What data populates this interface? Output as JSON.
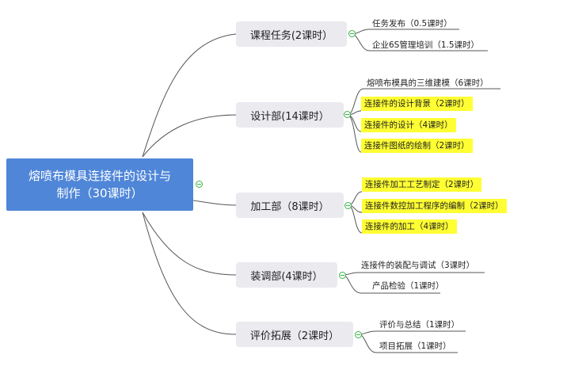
{
  "root": {
    "line1": "熔喷布模具连接件的设计与",
    "line2": "制作（30课时）"
  },
  "branches": [
    {
      "label": "课程任务(2课时）",
      "children": [
        {
          "label": "任务发布（0.5课时）",
          "highlight": false
        },
        {
          "label": "企业6S管理培训（1.5课时）",
          "highlight": false
        }
      ]
    },
    {
      "label": "设计部(14课时）",
      "children": [
        {
          "label": "熔喷布模具的三维建模（6课时）",
          "highlight": false
        },
        {
          "label": "连接件的设计背景（2课时）",
          "highlight": true
        },
        {
          "label": "连接件的设计（4课时）",
          "highlight": true
        },
        {
          "label": "连接件图纸的绘制（2课时）",
          "highlight": true
        }
      ]
    },
    {
      "label": "加工部（8课时）",
      "children": [
        {
          "label": "连接件加工工艺制定（2课时）",
          "highlight": true
        },
        {
          "label": "连接件数控加工程序的编制（2课时）",
          "highlight": true
        },
        {
          "label": "连接件的加工（4课时）",
          "highlight": true
        }
      ]
    },
    {
      "label": "装调部(4课时）",
      "children": [
        {
          "label": "连接件的装配与调试（3课时）",
          "highlight": false
        },
        {
          "label": "产品检验（1课时）",
          "highlight": false
        }
      ]
    },
    {
      "label": "评价拓展（2课时）",
      "children": [
        {
          "label": "评价与总结（1课时）",
          "highlight": false
        },
        {
          "label": "项目拓展（1课时）",
          "highlight": false
        }
      ]
    }
  ],
  "colors": {
    "root_fill": "#4f86d8",
    "branch_fill": "#eaeaef",
    "highlight": "#ffff33",
    "connector": "#555555",
    "toggle": "#3bb44a"
  }
}
